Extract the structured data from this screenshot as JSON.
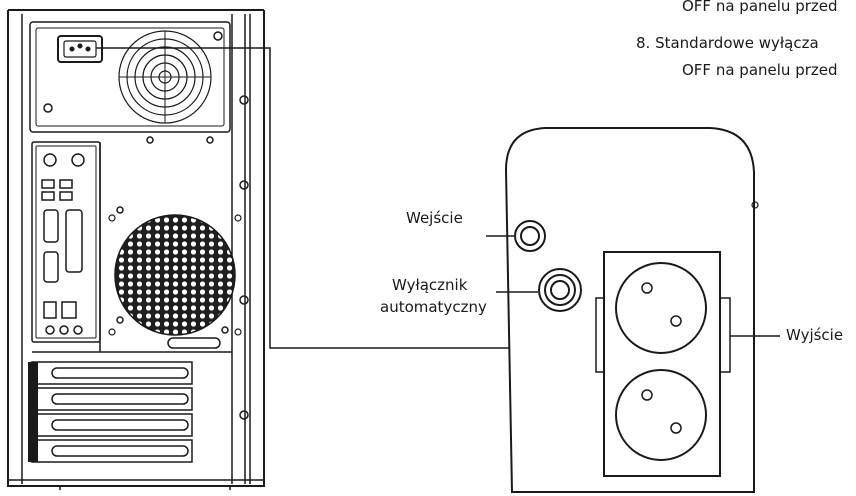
{
  "instructions": {
    "line_top": "OFF na panelu przed",
    "step_8_line1": "8. Standardowe wyłącza",
    "step_8_line2": "OFF na panelu przed"
  },
  "labels": {
    "input": "Wejście",
    "breaker_line1": "Wyłącznik",
    "breaker_line2": "automatyczny",
    "output": "Wyjście"
  }
}
